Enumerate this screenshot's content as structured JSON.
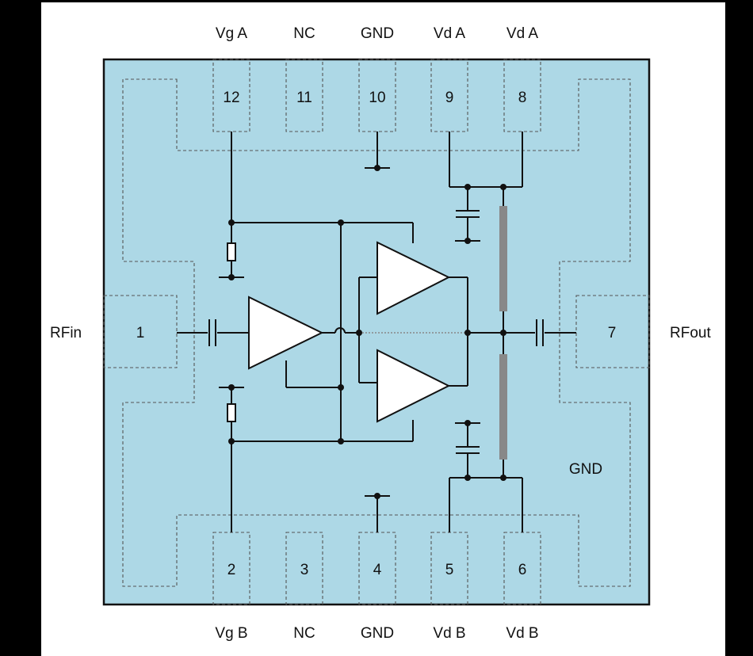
{
  "pins_top": [
    {
      "number": "12",
      "signal": "Vg A"
    },
    {
      "number": "11",
      "signal": "NC"
    },
    {
      "number": "10",
      "signal": "GND"
    },
    {
      "number": "9",
      "signal": "Vd A"
    },
    {
      "number": "8",
      "signal": "Vd A"
    }
  ],
  "pins_bottom": [
    {
      "number": "2",
      "signal": "Vg B"
    },
    {
      "number": "3",
      "signal": "NC"
    },
    {
      "number": "4",
      "signal": "GND"
    },
    {
      "number": "5",
      "signal": "Vd B"
    },
    {
      "number": "6",
      "signal": "Vd B"
    }
  ],
  "pin_left": {
    "number": "1",
    "signal": "RFin"
  },
  "pin_right": {
    "number": "7",
    "signal": "RFout"
  },
  "center_label": "GND",
  "colors": {
    "package_fill": "#add8e6",
    "background": "#000000",
    "sheet": "#ffffff",
    "transmission_line": "#888888"
  }
}
